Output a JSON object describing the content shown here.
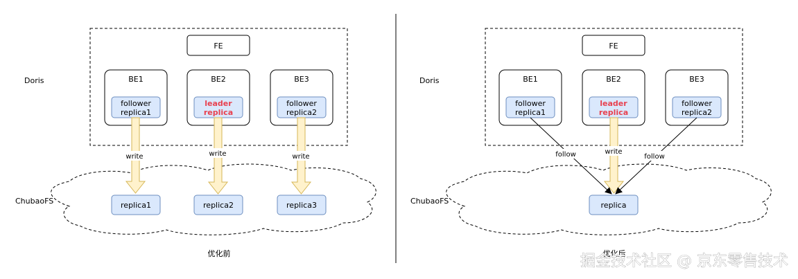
{
  "left": {
    "doris_label": "Doris",
    "chubaofs_label": "ChubaoFS",
    "fe": "FE",
    "be": [
      "BE1",
      "BE2",
      "BE3"
    ],
    "be_replicas": [
      {
        "line1": "follower",
        "line2": "replica1",
        "leader": false
      },
      {
        "line1": "leader",
        "line2": "replica",
        "leader": true
      },
      {
        "line1": "follower",
        "line2": "replica2",
        "leader": false
      }
    ],
    "arrow_labels": [
      "write",
      "write",
      "write"
    ],
    "storage_replicas": [
      "replica1",
      "replica2",
      "replica3"
    ],
    "caption": "优化前"
  },
  "right": {
    "doris_label": "Doris",
    "chubaofs_label": "ChubaoFS",
    "fe": "FE",
    "be": [
      "BE1",
      "BE2",
      "BE3"
    ],
    "be_replicas": [
      {
        "line1": "follower",
        "line2": "replica1",
        "leader": false
      },
      {
        "line1": "leader",
        "line2": "replica",
        "leader": true
      },
      {
        "line1": "follower",
        "line2": "replica2",
        "leader": false
      }
    ],
    "follow_left": "follow",
    "write": "write",
    "follow_right": "follow",
    "storage_replica": "replica",
    "caption": "优化后"
  },
  "watermark": "掘金技术社区 @ 京东零售技术",
  "colors": {
    "replica_fill": "#dae8fc",
    "replica_stroke": "#6c8ebf",
    "arrow_fill": "#fff2cc",
    "arrow_stroke": "#d6b656",
    "leader_text": "#e8414f"
  }
}
